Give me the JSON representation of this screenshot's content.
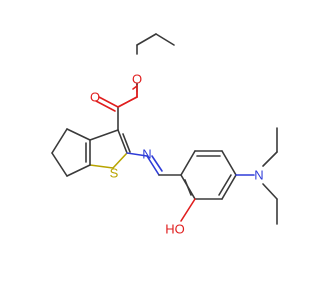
{
  "molecule": {
    "atoms": {
      "o_carbonyl": {
        "symbol": "O",
        "color": "#e01e1e"
      },
      "o_ester": {
        "symbol": "O",
        "color": "#e01e1e"
      },
      "n_imine": {
        "symbol": "N",
        "color": "#2e3cd8"
      },
      "s_ring": {
        "symbol": "S",
        "color": "#b8a400"
      },
      "n_amine": {
        "symbol": "N",
        "color": "#2e3cd8"
      },
      "oh": {
        "symbol": "HO",
        "color": "#e01e1e"
      }
    }
  }
}
